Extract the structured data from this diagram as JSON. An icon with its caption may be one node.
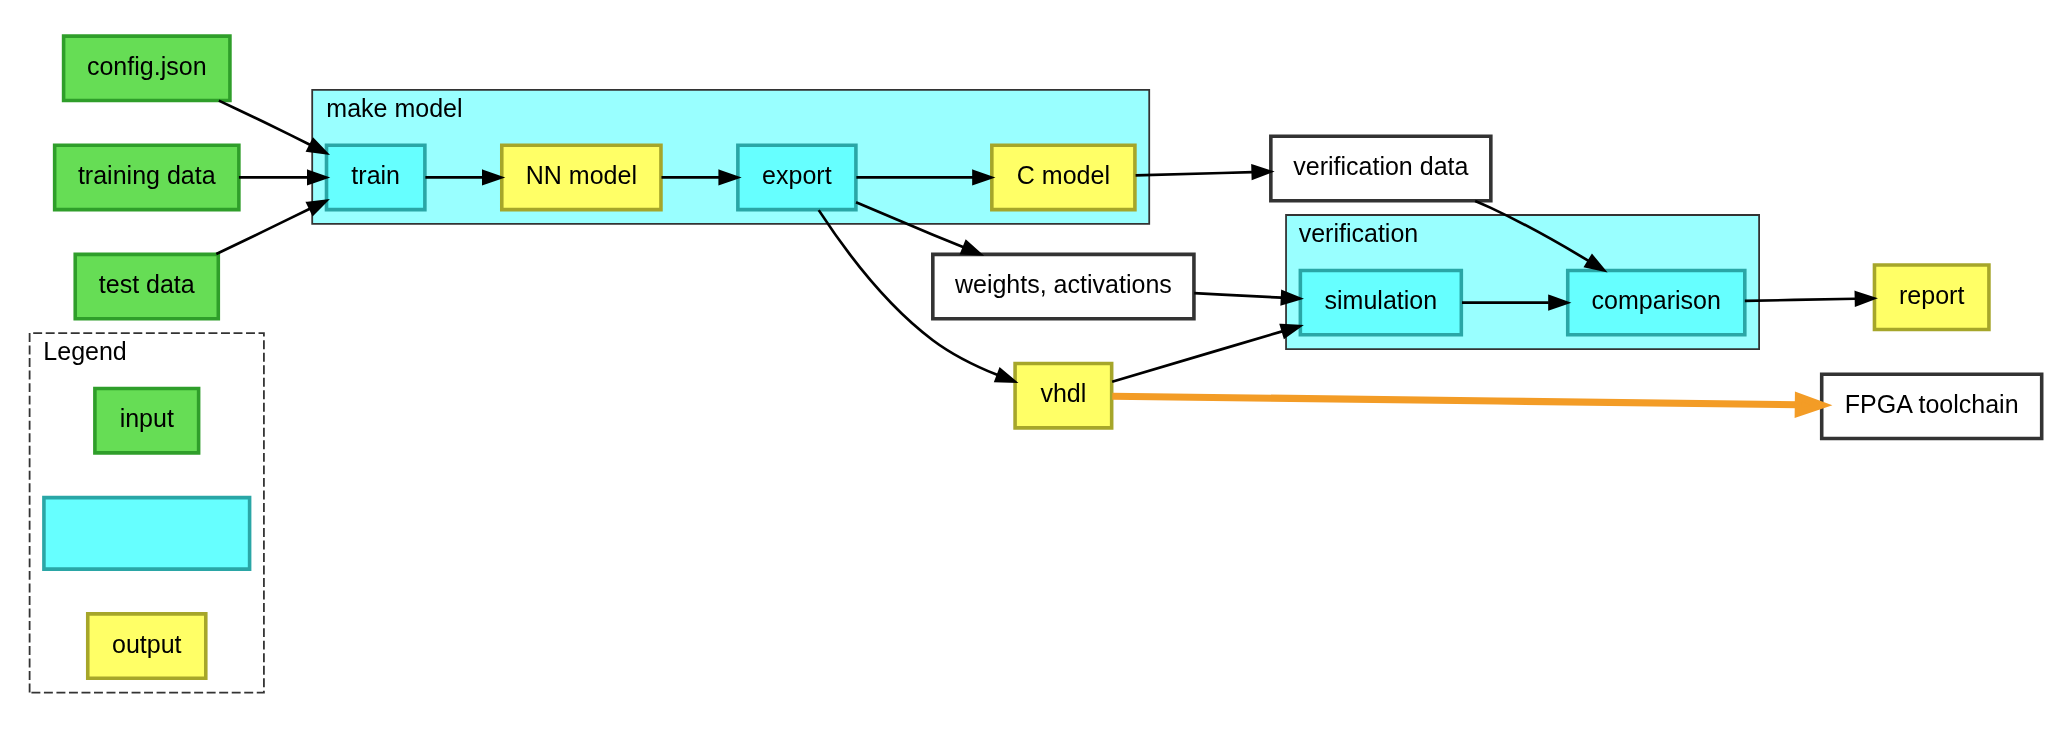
{
  "diagram": {
    "nodes": [
      {
        "text": [
          "Legend"
        ]
      },
      {
        "text": [
          "input"
        ],
        "in": 0
      },
      {
        "text": [],
        "shape": "box",
        "in": 0
      },
      {
        "text": [
          "output"
        ],
        "in": 0
      },
      {
        "text": [
          "config.json"
        ]
      },
      {
        "text": [
          "training data"
        ]
      },
      {
        "text": [
          "test data"
        ]
      },
      {
        "text": [
          "make model"
        ]
      },
      {
        "text": [
          "train"
        ],
        "in": 7
      },
      {
        "text": [
          "NN model"
        ],
        "in": 7
      },
      {
        "text": [
          "export"
        ],
        "in": 7
      },
      {
        "text": [
          "C model"
        ],
        "in": 7
      },
      {
        "text": [
          "weights, activations"
        ]
      },
      {
        "text": [
          "vhdl"
        ]
      },
      {
        "text": [
          "verification"
        ]
      },
      {
        "text": [
          "simulation"
        ],
        "in": 14
      },
      {
        "text": [
          "comparison"
        ],
        "in": 14
      },
      {
        "text": [
          "FPGA toolchain"
        ]
      },
      {
        "text": [
          "verification data"
        ]
      },
      {
        "text": [
          "report"
        ]
      }
    ],
    "edges": [
      {
        "from": 4,
        "to": 8,
        "arrow": "to"
      },
      {
        "from": 5,
        "to": 8,
        "arrow": "to"
      },
      {
        "from": 6,
        "to": 8,
        "arrow": "to"
      },
      {
        "from": 8,
        "to": 9,
        "arrow": "to"
      },
      {
        "from": 9,
        "to": 10,
        "arrow": "to"
      },
      {
        "from": 10,
        "to": 11,
        "arrow": "to"
      },
      {
        "from": 10,
        "to": 12,
        "arrow": "to"
      },
      {
        "from": 10,
        "to": 13,
        "arrow": "to"
      },
      {
        "from": 12,
        "to": 15,
        "arrow": "to"
      },
      {
        "from": 13,
        "to": 15,
        "arrow": "to"
      },
      {
        "from": 13,
        "to": 17,
        "arrow": "to",
        "style": "thick",
        "color": "#f39c26"
      },
      {
        "from": 15,
        "to": 16,
        "arrow": "to"
      },
      {
        "from": 11,
        "to": 18,
        "arrow": "to"
      },
      {
        "from": 18,
        "to": 16,
        "arrow": "to"
      },
      {
        "from": 16,
        "to": 19,
        "arrow": "to"
      }
    ]
  }
}
